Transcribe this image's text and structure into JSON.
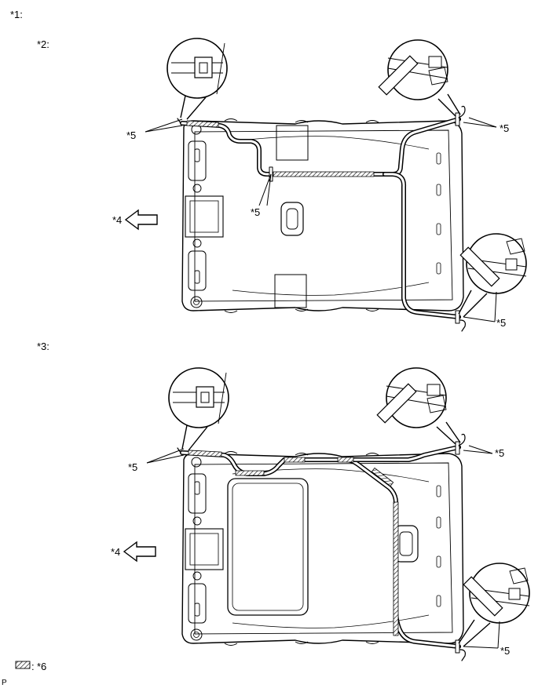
{
  "labels": {
    "top": "*1:",
    "section_a": "*2:",
    "section_b": "*3:",
    "front_arrow": "*4",
    "clamp": "*5",
    "legend_mark": "*6",
    "legend_sep": ":",
    "footer": "P"
  },
  "legend": {
    "swatch_pattern": "hatched"
  },
  "colors": {
    "line": "#000000",
    "background": "#ffffff"
  }
}
